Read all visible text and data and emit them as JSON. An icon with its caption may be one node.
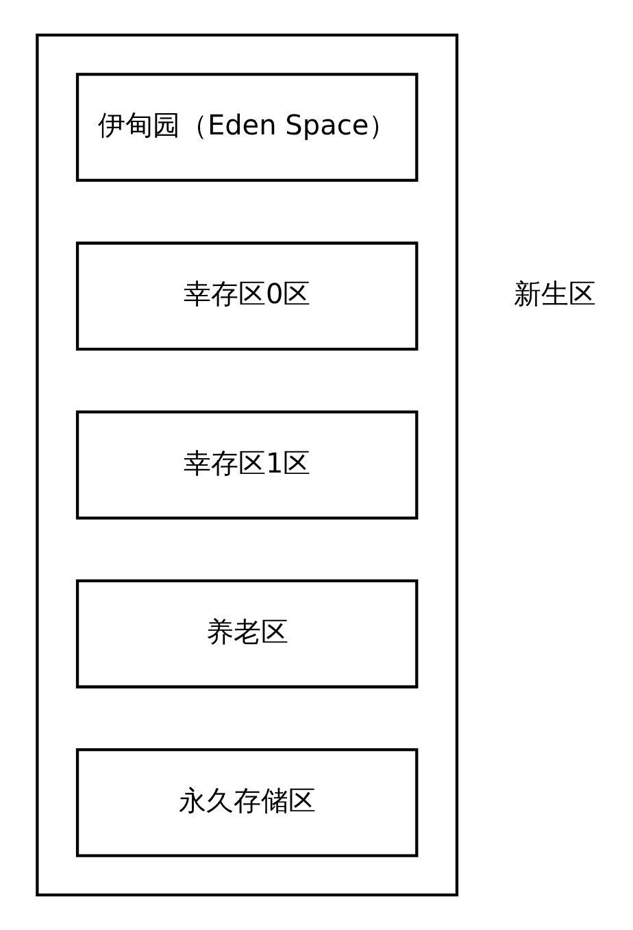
{
  "diagram": {
    "nodes": [
      {
        "text": [],
        "shape": "box"
      },
      {
        "text": [
          "伊甸园（Eden Space）"
        ],
        "in": 0
      },
      {
        "text": [
          "幸存区0区"
        ],
        "in": 0
      },
      {
        "text": [
          "幸存区1区"
        ],
        "in": 0
      },
      {
        "text": [
          "养老区"
        ],
        "in": 0
      },
      {
        "text": [
          "永久存储区"
        ],
        "in": 0
      }
    ],
    "edges": [],
    "labels": [
      "新生区"
    ]
  }
}
